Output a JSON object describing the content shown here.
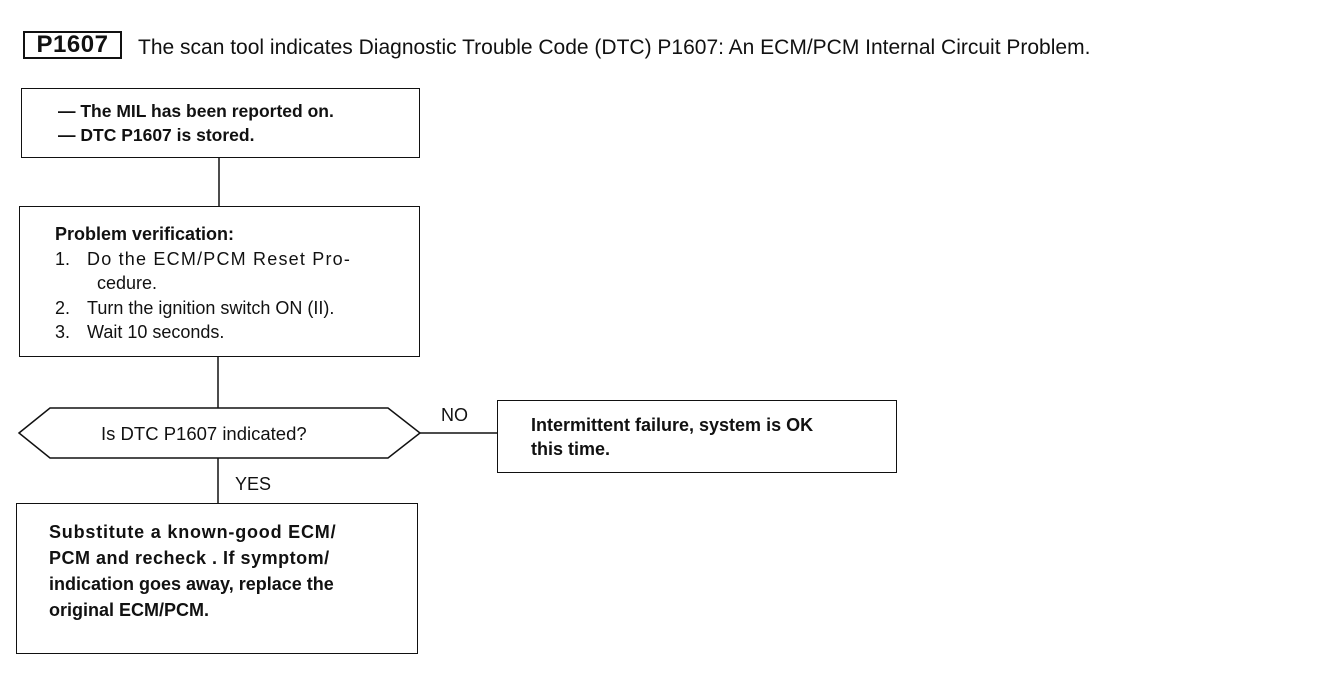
{
  "header": {
    "code": "P1607",
    "description": "The scan tool indicates Diagnostic Trouble Code (DTC) P1607: An ECM/PCM Internal Circuit Problem."
  },
  "start_box": {
    "lines": [
      "— The MIL has been reported on.",
      "— DTC P1607 is stored."
    ]
  },
  "verification_box": {
    "title": "Problem verification:",
    "steps": [
      {
        "num": "1.",
        "lines": [
          "Do the ECM/PCM Reset Pro-",
          "cedure."
        ]
      },
      {
        "num": "2.",
        "lines": [
          "Turn the ignition switch ON (II)."
        ]
      },
      {
        "num": "3.",
        "lines": [
          "Wait 10 seconds."
        ]
      }
    ]
  },
  "decision": {
    "question": "Is DTC P1607 indicated?",
    "no_label": "NO",
    "yes_label": "YES"
  },
  "no_box": {
    "lines": [
      "Intermittent failure, system is OK",
      "this time."
    ]
  },
  "yes_box": {
    "lines": [
      "Substitute a known-good ECM/",
      "PCM and recheck . If symptom/",
      "indication goes away, replace the",
      "original ECM/PCM."
    ]
  }
}
